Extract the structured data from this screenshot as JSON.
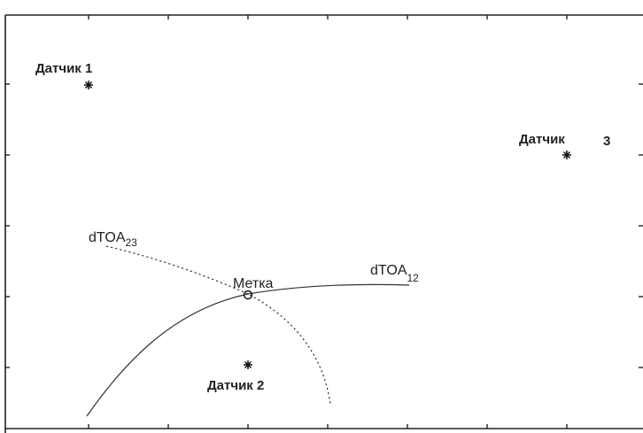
{
  "diagram": {
    "sensors": [
      {
        "label": "Датчик 1",
        "marker": "asterisk"
      },
      {
        "label": "Датчик 2",
        "marker": "asterisk"
      },
      {
        "label": "Датчик",
        "suffix": "3",
        "marker": "asterisk"
      }
    ],
    "tag": {
      "label": "Метка",
      "marker": "circle"
    },
    "curves": [
      {
        "name": "dTOA",
        "subscript": "12",
        "style": "solid"
      },
      {
        "name": "dTOA",
        "subscript": "23",
        "style": "dotted"
      }
    ],
    "colors": {
      "line": "#333333",
      "frame": "#222222",
      "text": "#222222",
      "background": "#ffffff"
    }
  }
}
